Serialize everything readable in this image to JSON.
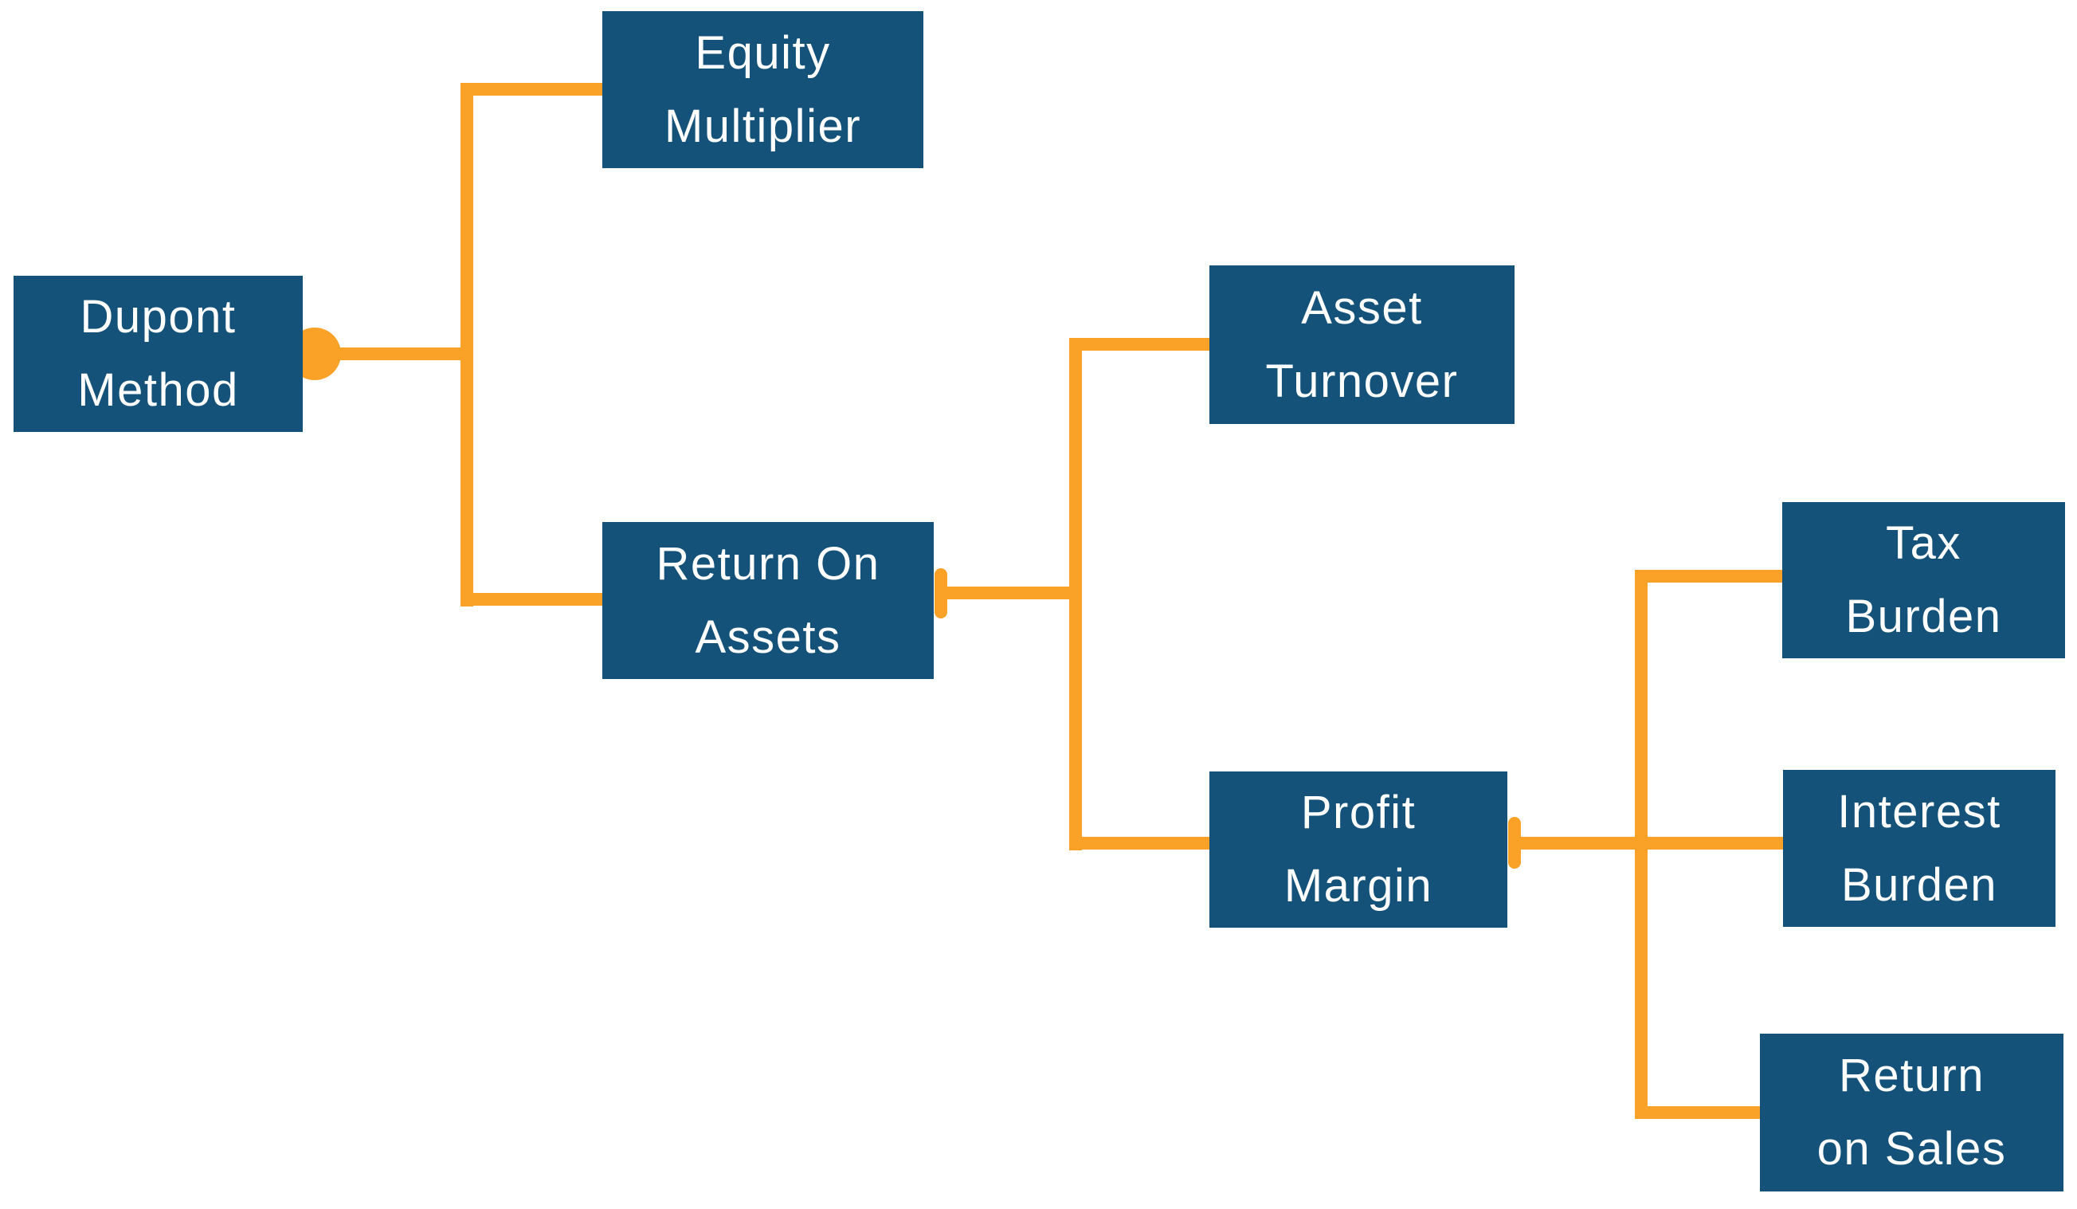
{
  "diagram": {
    "type": "hierarchy-flowchart",
    "subject": "Dupont Method decomposition",
    "orientation": "left-to-right"
  },
  "colors": {
    "background": "#ffffff",
    "box": "#14527A",
    "connector": "#FAA228",
    "text": "#ffffff"
  },
  "nodes": {
    "dupont_method": {
      "label": "Dupont Method",
      "line1": "Dupont",
      "line2": "Method"
    },
    "equity_multiplier": {
      "label": "Equity Multiplier",
      "line1": "Equity",
      "line2": "Multiplier"
    },
    "return_on_assets": {
      "label": "Return On Assets",
      "line1": "Return On",
      "line2": "Assets"
    },
    "asset_turnover": {
      "label": "Asset Turnover",
      "line1": "Asset",
      "line2": "Turnover"
    },
    "profit_margin": {
      "label": "Profit Margin",
      "line1": "Profit",
      "line2": "Margin"
    },
    "tax_burden": {
      "label": "Tax Burden",
      "line1": "Tax",
      "line2": "Burden"
    },
    "interest_burden": {
      "label": "Interest Burden",
      "line1": "Interest",
      "line2": "Burden"
    },
    "return_on_sales": {
      "label": "Return on Sales",
      "line1": "Return",
      "line2": "on Sales"
    }
  },
  "edges": [
    {
      "from": "Dupont Method",
      "to": "Equity Multiplier",
      "anchor_style": "circle"
    },
    {
      "from": "Dupont Method",
      "to": "Return On Assets",
      "anchor_style": "circle"
    },
    {
      "from": "Return On Assets",
      "to": "Asset Turnover",
      "anchor_style": "tick"
    },
    {
      "from": "Return On Assets",
      "to": "Profit Margin",
      "anchor_style": "tick"
    },
    {
      "from": "Profit Margin",
      "to": "Tax Burden",
      "anchor_style": "tick"
    },
    {
      "from": "Profit Margin",
      "to": "Interest Burden",
      "anchor_style": "tick"
    },
    {
      "from": "Profit Margin",
      "to": "Return on Sales",
      "anchor_style": "tick"
    }
  ]
}
